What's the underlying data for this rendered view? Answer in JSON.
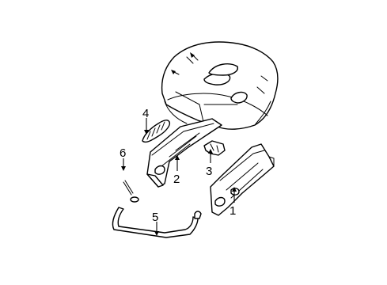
{
  "diagram": {
    "callouts": [
      {
        "number": "1"
      },
      {
        "number": "2"
      },
      {
        "number": "3"
      },
      {
        "number": "4"
      },
      {
        "number": "5"
      },
      {
        "number": "6"
      }
    ]
  }
}
